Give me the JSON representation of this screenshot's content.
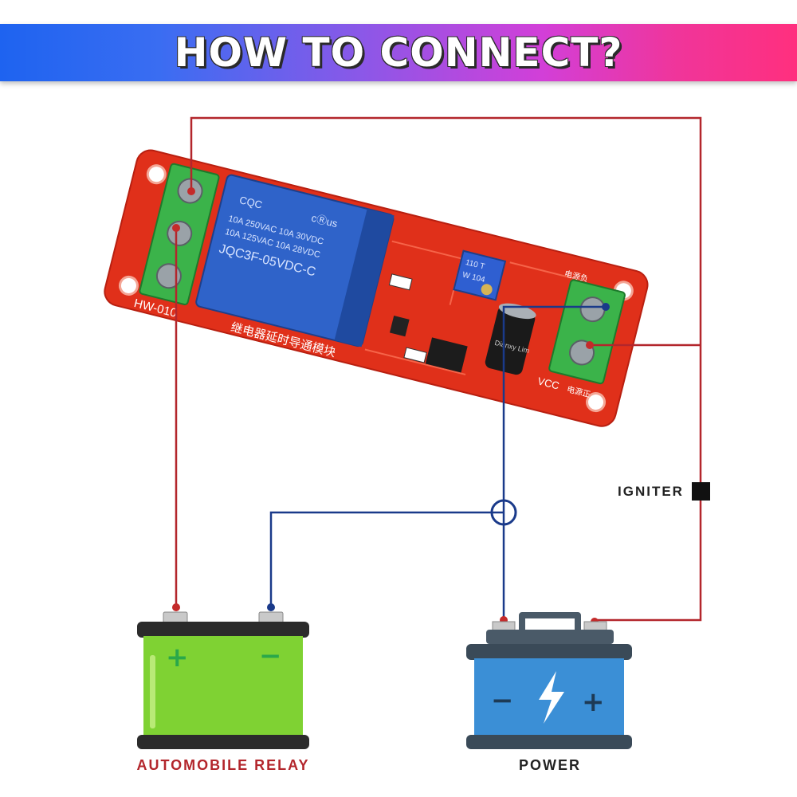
{
  "header": {
    "title": "HOW TO CONNECT?"
  },
  "board": {
    "model": "HW-010",
    "chinese_label": "继电器延时导通模块",
    "relay_brand": "CQC",
    "relay_ul": "cⓇus",
    "relay_spec_1": "10A 250VAC  10A 30VDC",
    "relay_spec_2": "10A 125VAC  10A 28VDC",
    "relay_model": "JQC3F-05VDC-C",
    "pot_code": "W 104",
    "pot_text": "110 T",
    "cap_text": "Dianxy Lim",
    "vcc_label": "VCC",
    "power_cn_1": "电源正",
    "power_cn_2": "电源负"
  },
  "labels": {
    "igniter": "IGNITER",
    "automobile_relay": "AUTOMOBILE RELAY",
    "power": "POWER"
  },
  "battery_signs": {
    "plus": "+",
    "minus": "−"
  },
  "colors": {
    "red_wire": "#b3262c",
    "blue_wire": "#1a3a8a",
    "pcb": "#e0301a",
    "relay_battery": "#7fd233",
    "power_battery": "#3b8fd6",
    "terminal_block": "#3bb34a"
  }
}
